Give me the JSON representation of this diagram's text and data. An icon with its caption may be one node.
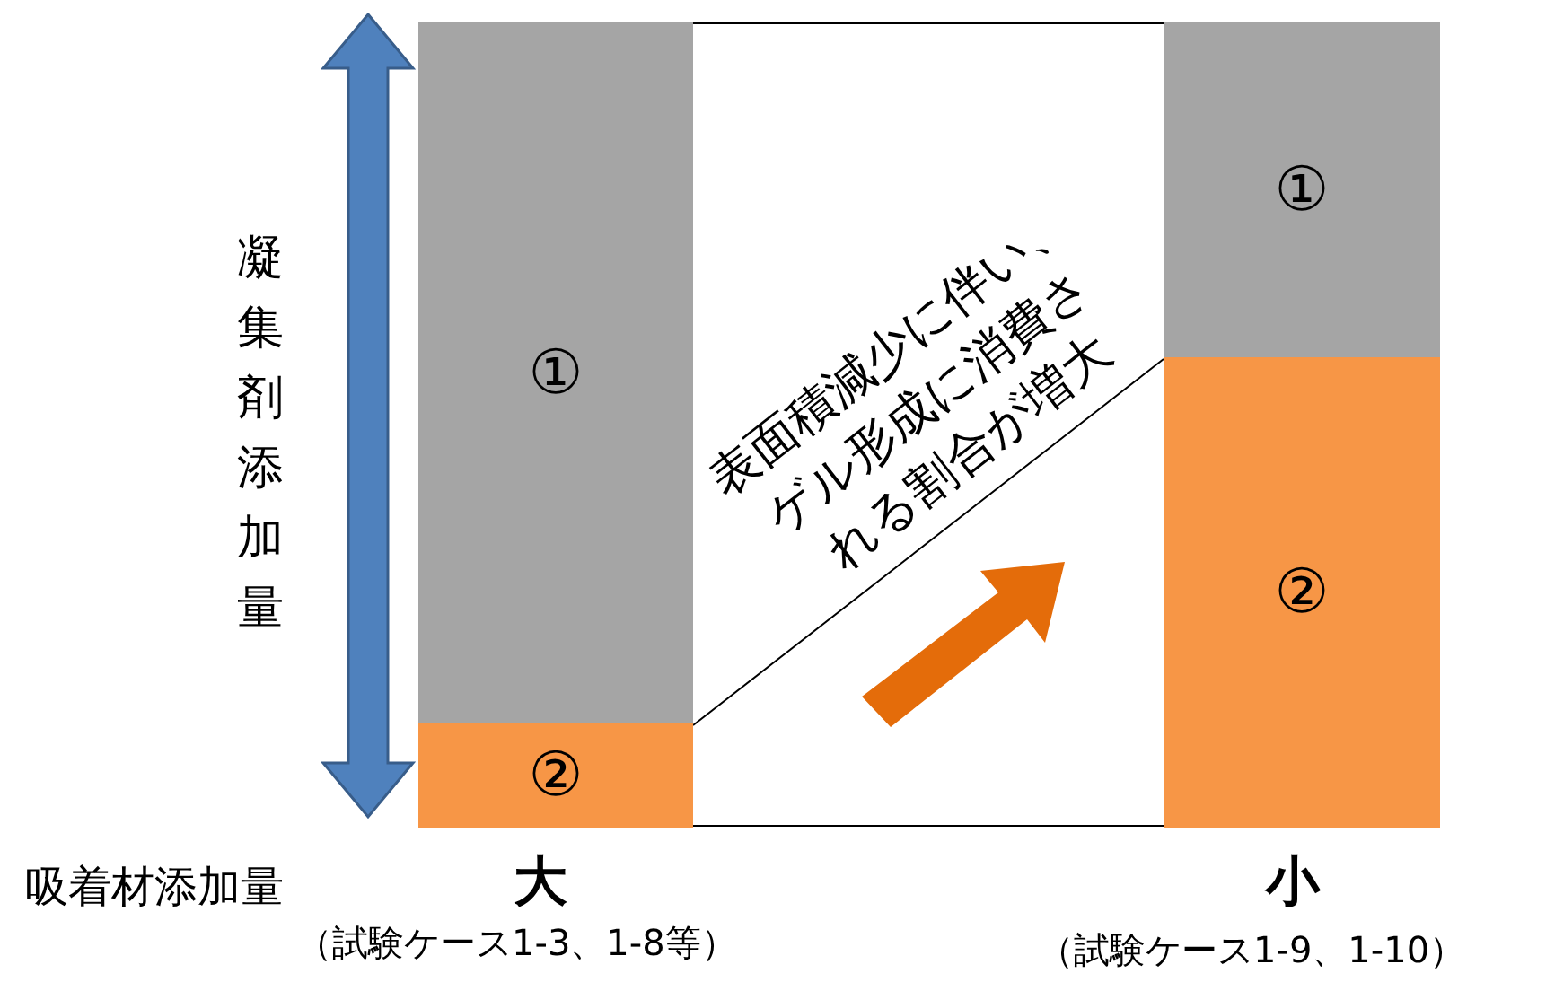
{
  "diagram": {
    "nodes": [
      {
        "text": [
          "①"
        ]
      },
      {
        "text": [
          "②"
        ]
      },
      {
        "text": [
          "①"
        ]
      },
      {
        "text": [
          "②"
        ]
      }
    ],
    "edges": [
      {
        "from": 0,
        "to": 2,
        "arrow": "none"
      },
      {
        "from": 1,
        "to": 3,
        "arrow": "none"
      },
      {
        "from": 1,
        "to": 3,
        "arrow": "none"
      }
    ],
    "labels": [
      "凝集剤添加量",
      "表面積減少に伴い、ゲル形成に消費される割合が増大",
      "吸着材添加量",
      "大",
      "小",
      "（試験ケース1-3、1-8等）",
      "（試験ケース1-9、1-10）"
    ]
  }
}
